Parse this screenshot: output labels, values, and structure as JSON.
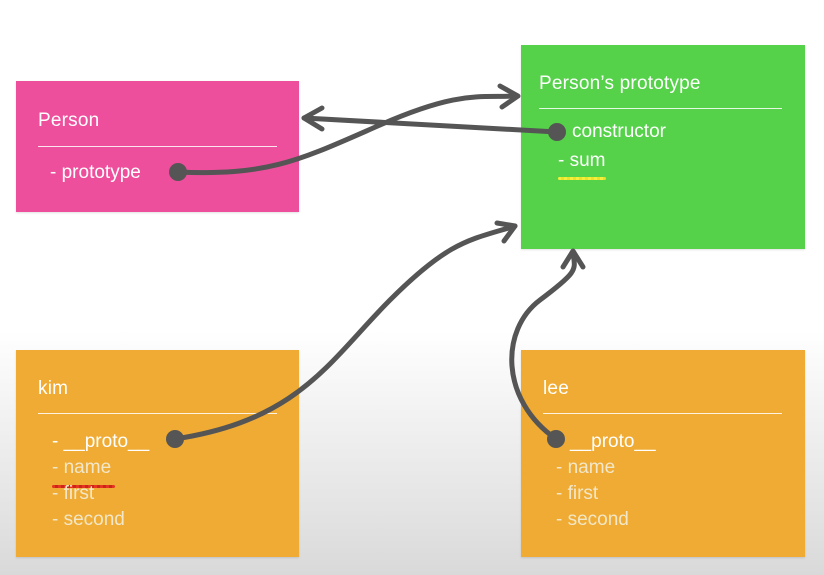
{
  "person": {
    "title": "Person",
    "items": [
      "- prototype"
    ]
  },
  "persons_prototype": {
    "title": "Person’s prototype",
    "items": [
      "constructor",
      "- sum"
    ]
  },
  "kim": {
    "title": "kim",
    "items": [
      "- __proto__",
      "- name",
      "- first",
      "- second"
    ]
  },
  "lee": {
    "title": "lee",
    "items": [
      "__proto__",
      "- name",
      "- first",
      "- second"
    ]
  },
  "colors": {
    "person_box": "#ee4f9c",
    "prototype_box": "#55d24a",
    "instance_box": "#efab33",
    "arrow": "#555555",
    "highlight_yellow": "#f4ef3d",
    "highlight_red": "#e63322"
  }
}
